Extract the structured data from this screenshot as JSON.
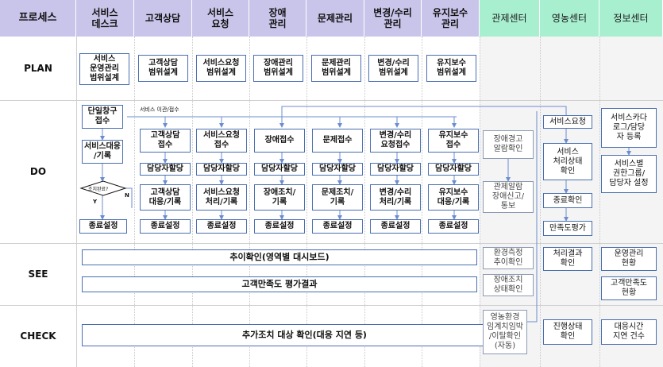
{
  "header": {
    "process": "프로세스",
    "service_desk": "서비스\n데스크",
    "customer_consult": "고객상담",
    "service_request": "서비스\n요청",
    "incident_mgmt": "장애\n관리",
    "problem_mgmt": "문제관리",
    "change_mgmt": "변경/수리\n관리",
    "maintenance_mgmt": "유지보수\n관리",
    "control_center": "관제센터",
    "ops_center": "영농센터",
    "info_center": "정보센터"
  },
  "phases": {
    "plan": "PLAN",
    "do": "DO",
    "see": "SEE",
    "check": "CHECK"
  },
  "plan": {
    "desk": "서비스\n운영관리\n범위설계",
    "consult": "고객상담\n범위설계",
    "request": "서비스요청\n범위설계",
    "incident": "장애관리\n범위설계",
    "problem": "문제관리\n범위설계",
    "change": "변경/수리\n범위설계",
    "maint": "유지보수\n범위설계"
  },
  "do": {
    "desk_single": "단일창구\n접수",
    "desk_transfer_note": "서비스 이관/접수",
    "desk_handle": "서비스대응\n/기록",
    "desk_decision": "조치완료?",
    "desk_yes": "Y",
    "desk_no": "N",
    "desk_end": "종료설정",
    "consult_receive": "고객상담\n접수",
    "consult_assign": "담당자할당",
    "consult_handle": "고객상담\n대응/기록",
    "consult_end": "종료설정",
    "request_receive": "서비스요청\n접수",
    "request_assign": "담당자할당",
    "request_handle": "서비스요청\n처리/기록",
    "request_end": "종료설정",
    "incident_receive": "장애접수",
    "incident_assign": "담당자할당",
    "incident_handle": "장애조치/\n기록",
    "incident_end": "종료설정",
    "problem_receive": "문제접수",
    "problem_assign": "담당자할당",
    "problem_handle": "문제조치/\n기록",
    "problem_end": "종료설정",
    "change_receive": "변경/수리\n요청접수",
    "change_assign": "담당자할당",
    "change_handle": "변경/수리\n처리/기록",
    "change_end": "종료설정",
    "maint_receive": "유지보수\n접수",
    "maint_assign": "담당자할당",
    "maint_handle": "유지보수\n대응/기록",
    "maint_end": "종료설정",
    "control_alarm": "장애경고\n알람확인",
    "control_report": "관제알람\n장애신고/\n통보",
    "ops_request": "서비스요청",
    "ops_status": "서비스\n처리상태\n확인",
    "ops_end": "종료확인",
    "ops_satisfaction": "만족도평가",
    "info_catalog": "서비스카다\n로그/담당\n자 등록",
    "info_group": "서비스별\n권한그룹/\n담당자 설정"
  },
  "see": {
    "trend": "추이확인(영역별 대시보드)",
    "satisfaction": "고객만족도 평가결과",
    "control_env": "환경측정\n추이확인",
    "control_action": "장애조치\n상태확인",
    "ops_result": "처리결과\n확인",
    "info_ops": "운영관리\n현황",
    "info_satisfaction": "고객만족도\n현황"
  },
  "check": {
    "followup": "추가조치 대상 확인(대응 지연 등)",
    "control": "영농환경\n임계치임박\n/이탈확인\n(자동)",
    "ops": "진행상태\n확인",
    "info": "대응시간\n지연 건수"
  }
}
